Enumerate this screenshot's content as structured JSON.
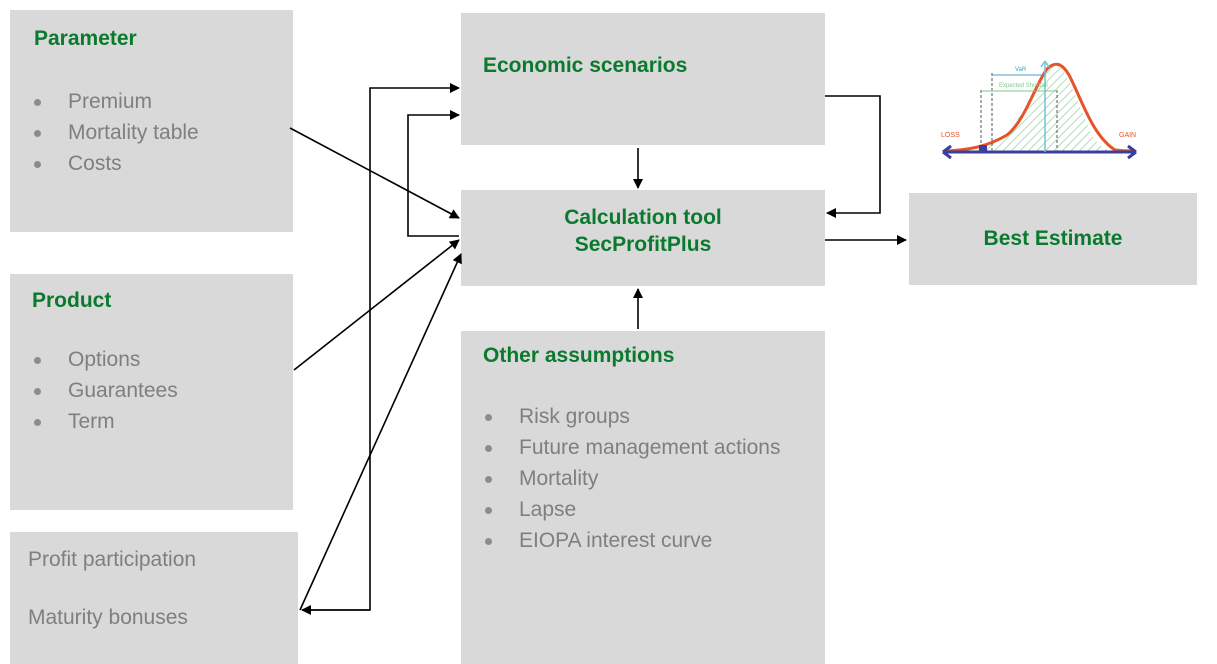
{
  "parameter": {
    "title": "Parameter",
    "items": [
      "Premium",
      "Mortality table",
      "Costs"
    ]
  },
  "product": {
    "title": "Product",
    "items": [
      "Options",
      "Guarantees",
      "Term"
    ]
  },
  "profit": {
    "line1": "Profit participation",
    "line2": "Maturity bonuses"
  },
  "economic": {
    "title": "Economic scenarios"
  },
  "calc": {
    "line1": "Calculation tool",
    "line2": "SecProfitPlus"
  },
  "other": {
    "title": "Other assumptions",
    "items": [
      "Risk groups",
      "Future management actions",
      "Mortality",
      "Lapse",
      "EIOPA interest curve"
    ]
  },
  "best": {
    "title": "Best Estimate"
  },
  "risk_chart": {
    "loss_label": "LOSS",
    "gain_label": "GAIN",
    "var_label": "VaR",
    "es_label": "Expected Shortfall"
  },
  "colors": {
    "box": "#d9d9d9",
    "title_green": "#0b7a2e",
    "bullet_gray": "#7f7f7f",
    "curve": "#e8542a",
    "axis": "#3a3f9e"
  }
}
